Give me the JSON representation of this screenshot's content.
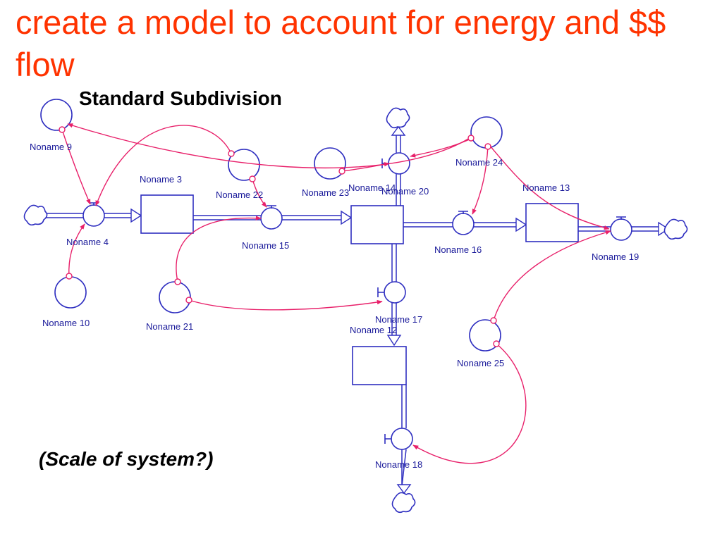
{
  "slide": {
    "title": "create a model to account for energy and $$ flow",
    "subtitle": "Standard Subdivision",
    "note": "(Scale of system?)"
  },
  "colors": {
    "title": "#ff3300",
    "model_elements": "#2e2ec0",
    "links": "#e8206a",
    "labels": "#1a1a9a"
  },
  "nodes": {
    "noname3": "Noname 3",
    "noname4": "Noname 4",
    "noname9": "Noname 9",
    "noname10": "Noname 10",
    "noname12": "Noname 12",
    "noname13": "Noname 13",
    "noname14": "Noname 14",
    "noname15": "Noname 15",
    "noname16": "Noname 16",
    "noname17": "Noname 17",
    "noname18": "Noname 18",
    "noname19": "Noname 19",
    "noname20": "Noname 20",
    "noname21": "Noname 21",
    "noname22": "Noname 22",
    "noname23": "Noname 23",
    "noname24": "Noname 24",
    "noname25": "Noname 25"
  }
}
